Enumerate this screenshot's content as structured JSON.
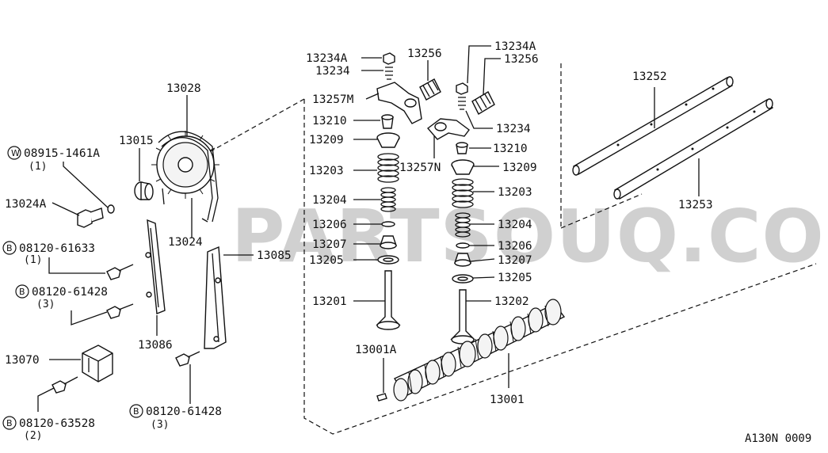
{
  "watermark": "PARTSOUQ.COM",
  "drawing_ref": "A130N 0009",
  "labels": {
    "p13028": "13028",
    "p13015": "13015",
    "pW": "08915-1461A",
    "pW_qty": "(1)",
    "p13024A": "13024A",
    "pB1": "08120-61633",
    "pB1_qty": "(1)",
    "pB2": "08120-61428",
    "pB2_qty": "(3)",
    "p13024": "13024",
    "p13086": "13086",
    "p13070": "13070",
    "pB3": "08120-63528",
    "pB3_qty": "(2)",
    "p13085": "13085",
    "pB4": "08120-61428",
    "pB4_qty": "(3)",
    "p13234A_l": "13234A",
    "p13234_l": "13234",
    "p13256_l": "13256",
    "p13257M": "13257M",
    "p13210_l": "13210",
    "p13209_l": "13209",
    "p13203_l": "13203",
    "p13204_l": "13204",
    "p13206_l": "13206",
    "p13207_l": "13207",
    "p13205_l": "13205",
    "p13201": "13201",
    "p13001A": "13001A",
    "p13234A_r": "13234A",
    "p13256_r": "13256",
    "p13234_r": "13234",
    "p13210_r": "13210",
    "p13257N": "13257N",
    "p13209_r": "13209",
    "p13203_r": "13203",
    "p13204_r": "13204",
    "p13206_r": "13206",
    "p13207_r": "13207",
    "p13205_r": "13205",
    "p13202": "13202",
    "p13001": "13001",
    "p13252": "13252",
    "p13253": "13253"
  },
  "markers": {
    "W": "W",
    "B": "B"
  }
}
